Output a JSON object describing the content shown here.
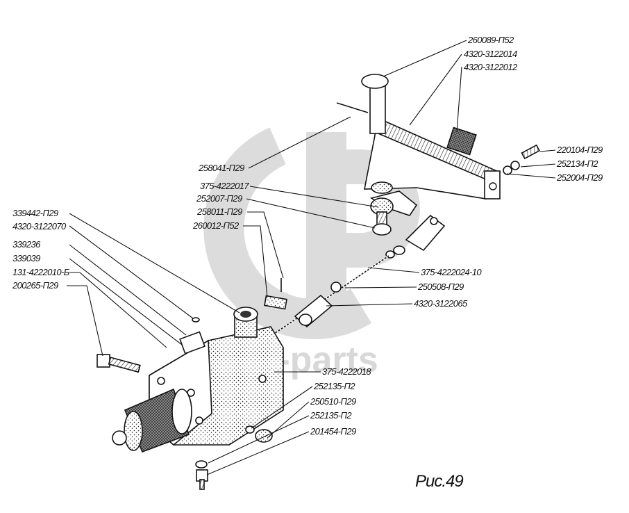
{
  "labels": {
    "l01": "260089-П52",
    "l02": "4320-3122014",
    "l03": "4320-3122012",
    "l04": "220104-П29",
    "l05": "252134-П2",
    "l06": "252004-П29",
    "l07": "258041-П29",
    "l08": "375-4222017",
    "l09": "252007-П29",
    "l10": "258011-П29",
    "l11": "260012-П52",
    "l12": "339442-П29",
    "l13": "4320-3122070",
    "l14": "339236",
    "l15": "339039",
    "l16": "131-4222010-Б",
    "l17": "200265-П29",
    "l18": "375-4222024-10",
    "l19": "250508-П29",
    "l20": "4320-3122065",
    "l21": "375-4222018",
    "l22": "252135-П2",
    "l23": "250510-П29",
    "l24": "252135-П2",
    "l25": "201454-П29"
  },
  "caption": "Рис.49",
  "watermark": "ural-parts",
  "colors": {
    "ink": "#111111",
    "watermark": "#d8d8d8"
  }
}
